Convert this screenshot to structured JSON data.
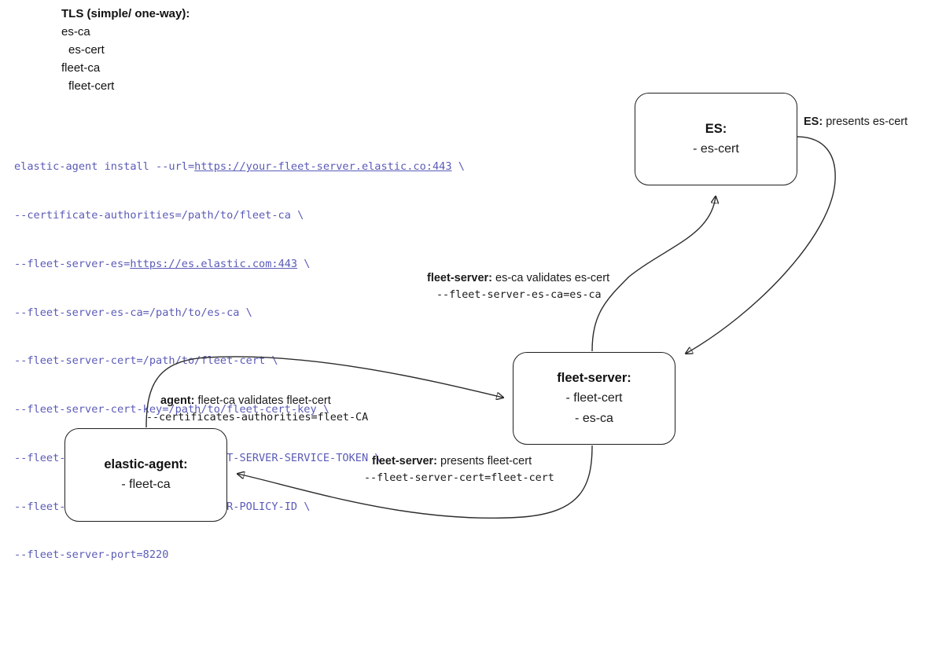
{
  "legend": {
    "title": "TLS (simple/ one-way):",
    "lines": [
      {
        "text": "es-ca",
        "indent": false
      },
      {
        "text": "es-cert",
        "indent": true
      },
      {
        "text": "fleet-ca",
        "indent": false
      },
      {
        "text": "fleet-cert",
        "indent": true
      }
    ]
  },
  "command": {
    "lines": [
      {
        "pre": "elastic-agent install --url=",
        "link": "https://your-fleet-server.elastic.co:443",
        "post": " \\"
      },
      {
        "pre": "--certificate-authorities=/path/to/fleet-ca \\",
        "link": "",
        "post": ""
      },
      {
        "pre": "--fleet-server-es=",
        "link": "https://es.elastic.com:443",
        "post": " \\"
      },
      {
        "pre": "--fleet-server-es-ca=/path/to/es-ca \\",
        "link": "",
        "post": ""
      },
      {
        "pre": "--fleet-server-cert=/path/to/fleet-cert \\",
        "link": "",
        "post": ""
      },
      {
        "pre": "--fleet-server-cert-key=/path/to/fleet-cert-key \\",
        "link": "",
        "post": ""
      },
      {
        "pre": "--fleet-server-service-token=FLEET-SERVER-SERVICE-TOKEN \\",
        "link": "",
        "post": ""
      },
      {
        "pre": "--fleet-server-policy=FLEET-SERVER-POLICY-ID \\",
        "link": "",
        "post": ""
      },
      {
        "pre": "--fleet-server-port=8220",
        "link": "",
        "post": ""
      }
    ],
    "color": "#5b5bb8"
  },
  "nodes": {
    "es": {
      "title": "ES:",
      "items": [
        "- es-cert"
      ]
    },
    "fleet": {
      "title": "fleet-server:",
      "items": [
        "- fleet-cert",
        "- es-ca"
      ]
    },
    "agent": {
      "title": "elastic-agent:",
      "items": [
        "- fleet-ca"
      ]
    }
  },
  "edge_labels": {
    "es_presents": {
      "strong": "ES:",
      "rest": " presents es-cert",
      "mono": ""
    },
    "fs_validates": {
      "strong": "fleet-server:",
      "rest": " es-ca validates es-cert",
      "mono": "--fleet-server-es-ca=es-ca"
    },
    "agent_validates": {
      "strong": "agent:",
      "rest": " fleet-ca validates fleet-cert",
      "mono": "--certificates-authorities=fleet-CA"
    },
    "fs_presents": {
      "strong": "fleet-server:",
      "rest": " presents fleet-cert",
      "mono": "--fleet-server-cert=fleet-cert"
    }
  },
  "style": {
    "stroke": "#2b2b2b",
    "node_border": "#1f1f1f",
    "text": "#1a1a1a",
    "background": "#ffffff"
  }
}
